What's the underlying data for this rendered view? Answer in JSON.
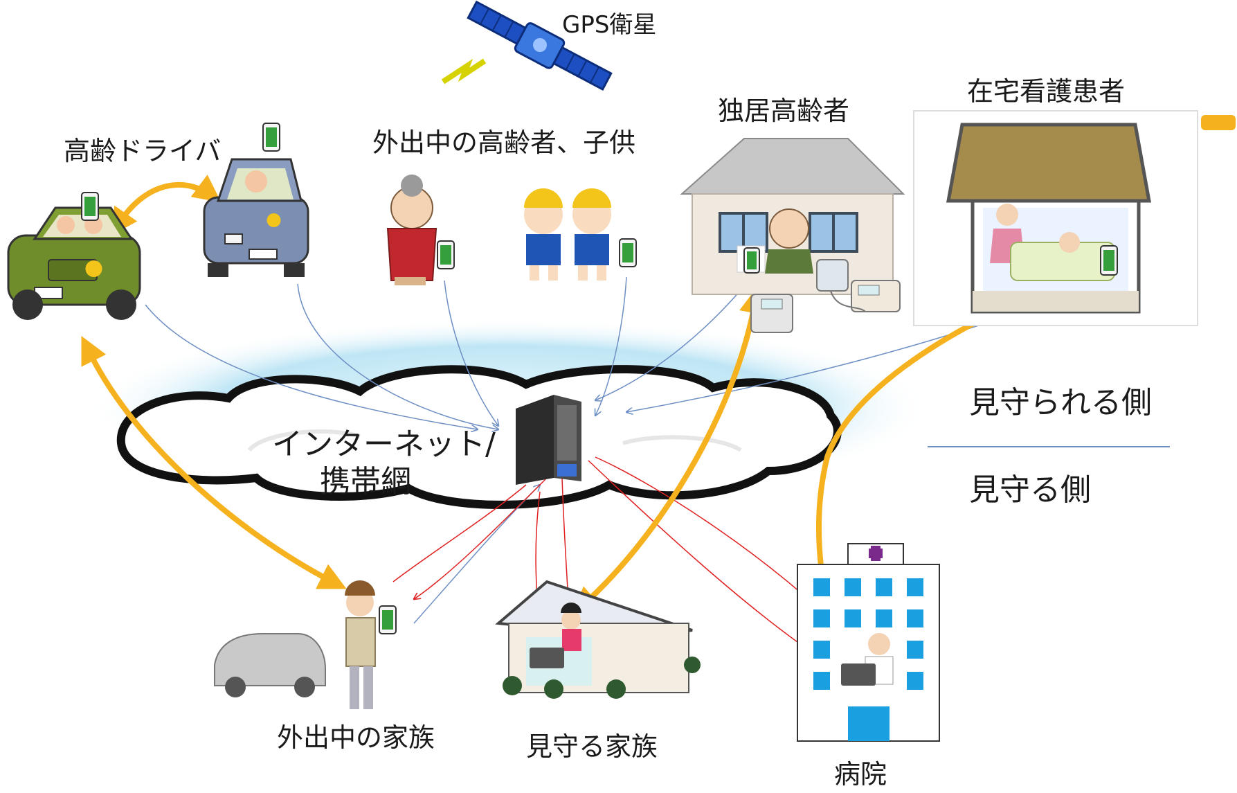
{
  "labels": {
    "gps": "GPS衛星",
    "elderly_driver": "高齢ドライバ",
    "outing": "外出中の高齢者、子供",
    "living_alone": "独居高齢者",
    "home_nursing": "在宅看護患者",
    "network": "インターネット/",
    "network2": "携帯網",
    "watched_side": "見守られる側",
    "watching_side": "見守る側",
    "family_out": "外出中の家族",
    "watching_family": "見守る家族",
    "hospital": "病院"
  },
  "colors": {
    "thick_arrow": "#F5B21E",
    "blue_arrow": "#6E8FC4",
    "red_arrow": "#E02020",
    "cloud_edge": "#111111",
    "cloud_glow": "#BFE6F5",
    "divider": "#6E8FC4"
  }
}
